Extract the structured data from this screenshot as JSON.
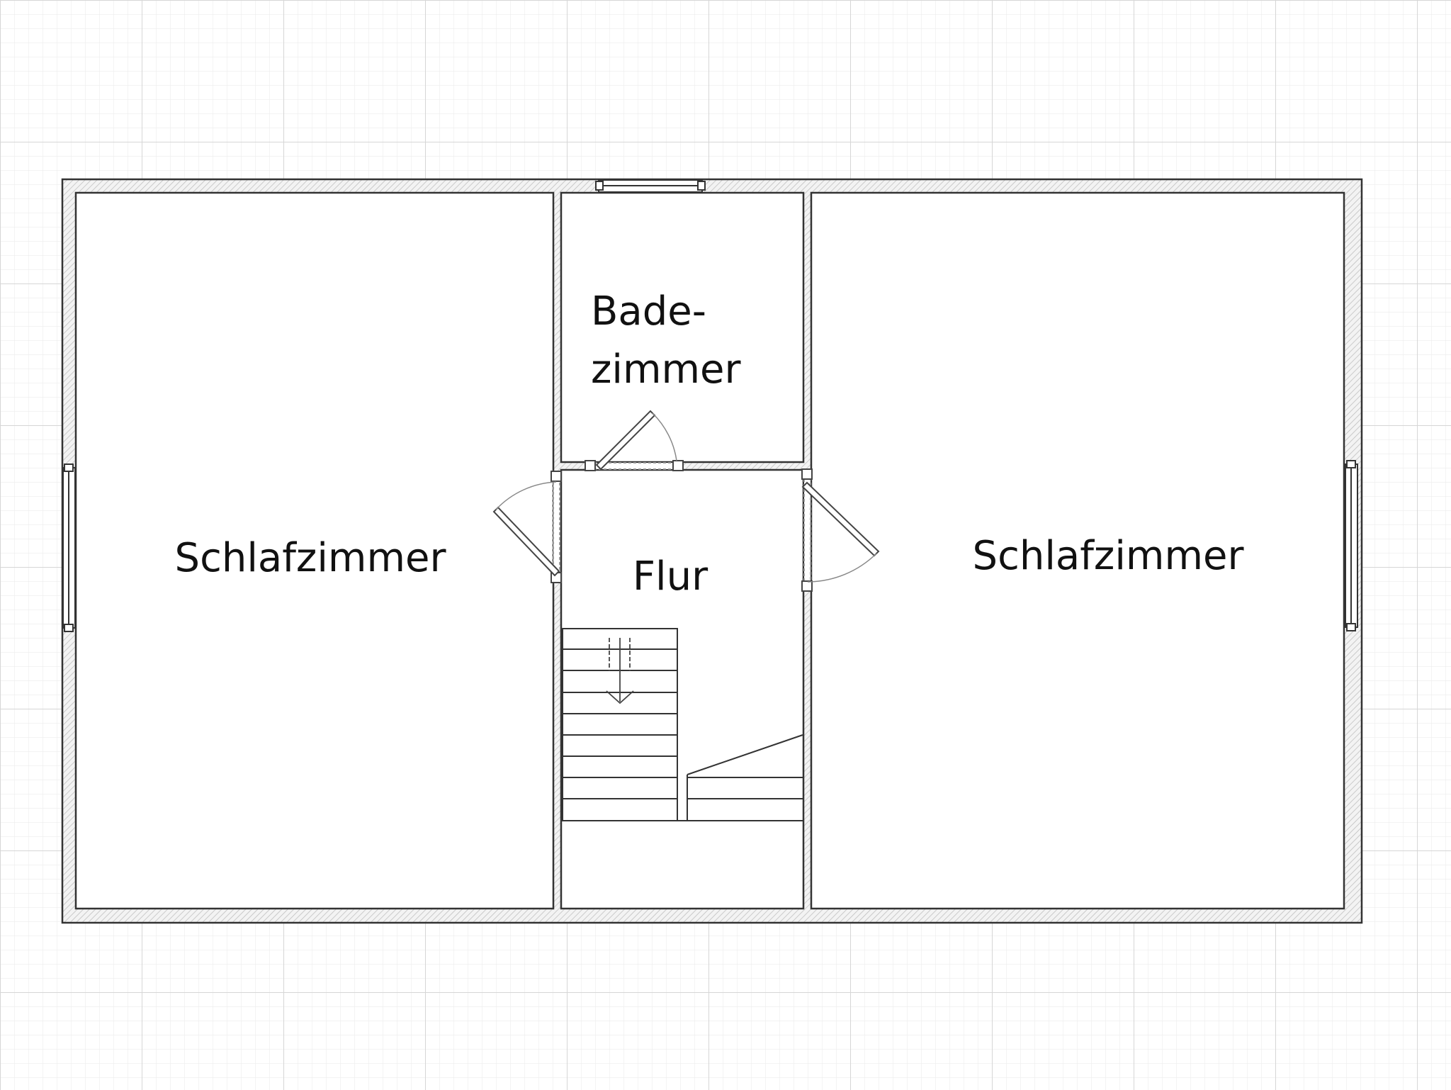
{
  "plan": {
    "rooms": {
      "bedroom_left": {
        "label": "Schlafzimmer"
      },
      "bathroom": {
        "label_line1": "Bade-",
        "label_line2": "zimmer"
      },
      "hallway": {
        "label": "Flur"
      },
      "bedroom_right": {
        "label": "Schlafzimmer"
      }
    },
    "colors": {
      "background": "#ffffff",
      "grid_minor": "#ececec",
      "grid_major": "#d6d6d6",
      "wall_fill": "#f1f1f1",
      "wall_line": "#333333",
      "room_fill": "#ffffff"
    },
    "icons": [
      "stair-direction-arrow-icon"
    ]
  }
}
